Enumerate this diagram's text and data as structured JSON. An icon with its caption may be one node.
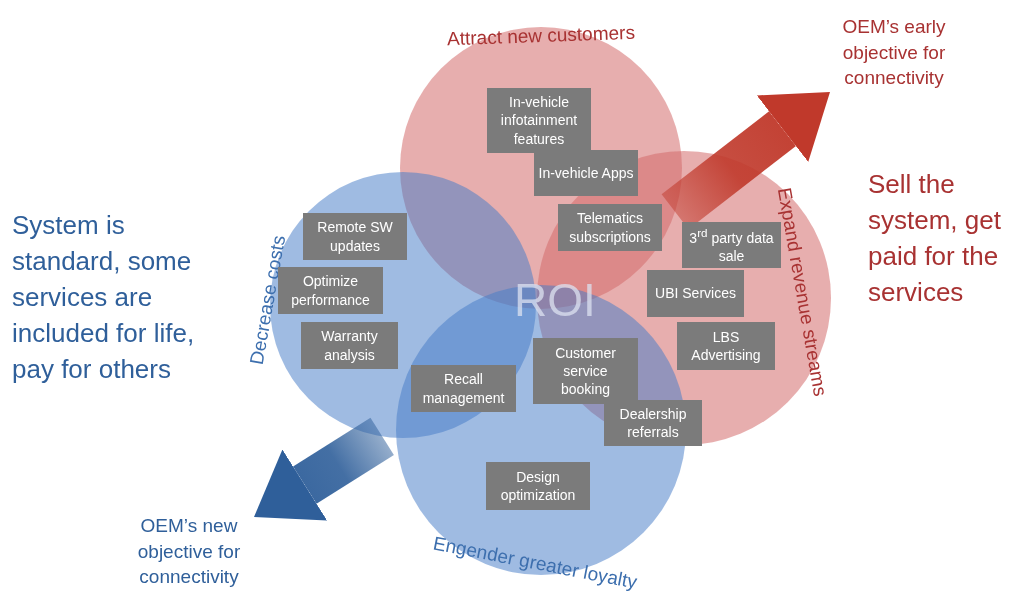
{
  "diagram": {
    "nodes": [
      {
        "text": [
          "Attract new customers"
        ]
      },
      {
        "text": [
          "Decrease costs"
        ]
      },
      {
        "text": [
          "Expand revenue streams"
        ]
      },
      {
        "text": [
          "Engender greater loyalty"
        ]
      },
      {
        "text": [
          "In-vehicle infotainment features"
        ],
        "in": 0
      },
      {
        "text": [
          "In-vehicle Apps"
        ]
      },
      {
        "text": [
          "Telematics subscriptions"
        ]
      },
      {
        "text": [
          "3$^{rd}$ party data sale"
        ],
        "in": 2
      },
      {
        "text": [
          "UBI Services"
        ],
        "in": 2
      },
      {
        "text": [
          "LBS Advertising"
        ],
        "in": 2
      },
      {
        "text": [
          "Remote SW updates"
        ],
        "in": 1
      },
      {
        "text": [
          "Optimize performance"
        ],
        "in": 1
      },
      {
        "text": [
          "Warranty analysis"
        ],
        "in": 1
      },
      {
        "text": [
          "Recall management"
        ]
      },
      {
        "text": [
          "Customer service booking"
        ]
      },
      {
        "text": [
          "Dealership referrals"
        ],
        "in": 2
      },
      {
        "text": [
          "Design optimization"
        ],
        "in": 3
      },
      {
        "text": [
          "OEM’s early objective for connectivity"
        ]
      },
      {
        "text": [
          "OEM’s new objective for connectivity"
        ]
      }
    ],
    "edges": [
      {
        "from": 0,
        "to": 17,
        "arrow": "to",
        "color": "#c0392b"
      },
      {
        "from": 1,
        "to": 18,
        "arrow": "to",
        "color": "#2f5f9a"
      }
    ],
    "labels": [
      "ROI",
      "System is standard, some services are included for life, pay for others",
      "Sell the system, get paid for the services"
    ]
  }
}
